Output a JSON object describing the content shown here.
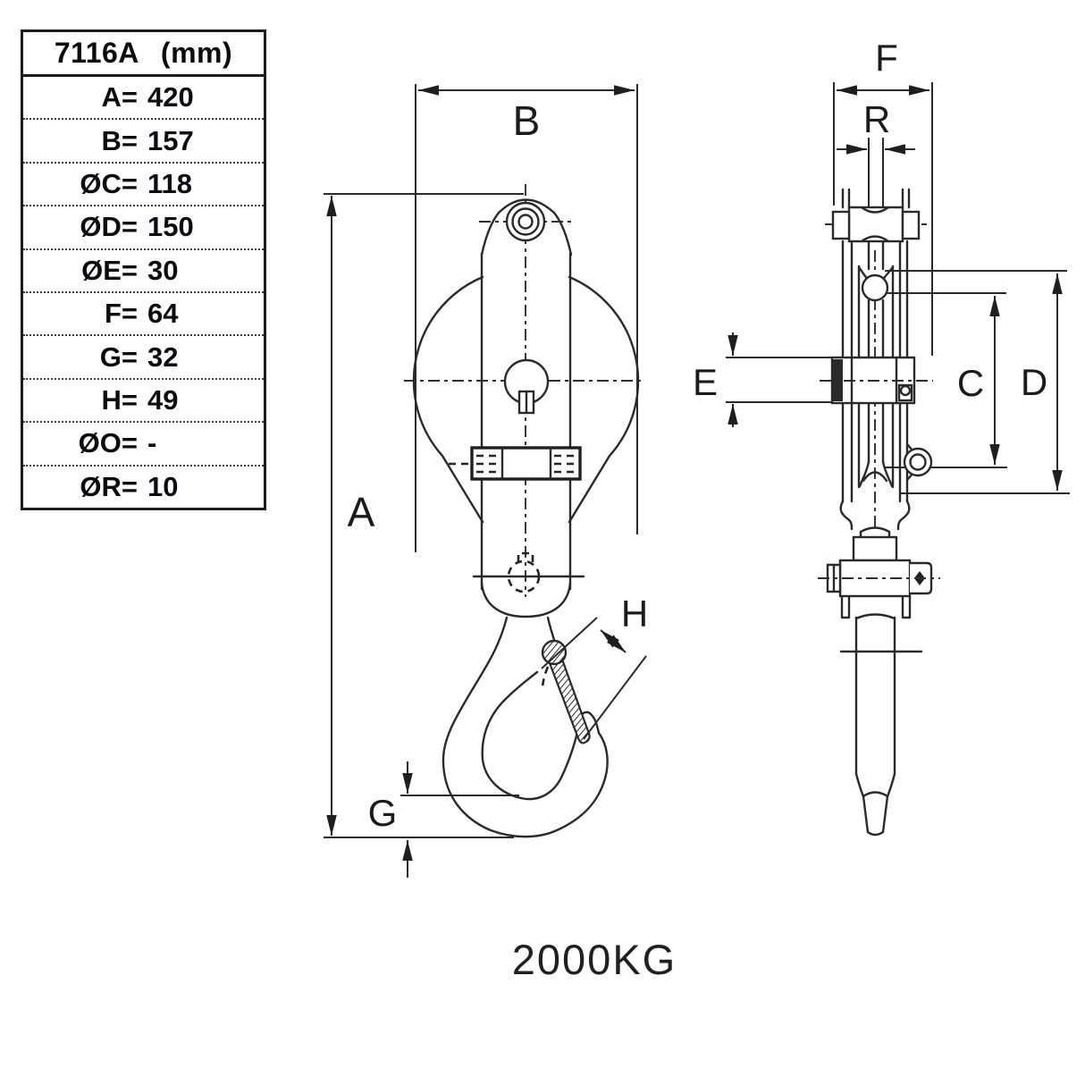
{
  "table": {
    "title": "7116A",
    "unit": "(mm)",
    "rows": [
      {
        "label": "A=",
        "value": "420"
      },
      {
        "label": "B=",
        "value": "157"
      },
      {
        "label": "ØC=",
        "value": "118"
      },
      {
        "label": "ØD=",
        "value": "150"
      },
      {
        "label": "ØE=",
        "value": "30"
      },
      {
        "label": "F=",
        "value": "64"
      },
      {
        "label": "G=",
        "value": "32"
      },
      {
        "label": "H=",
        "value": "49"
      },
      {
        "label": "ØO=",
        "value": "-"
      },
      {
        "label": "ØR=",
        "value": "10"
      }
    ]
  },
  "front_view": {
    "labels": {
      "a": "A",
      "b": "B",
      "g": "G",
      "h": "H"
    }
  },
  "side_view": {
    "labels": {
      "f": "F",
      "r": "R",
      "e": "E",
      "c": "C",
      "d": "D"
    }
  },
  "caption": {
    "text": "2000KG"
  },
  "colors": {
    "line": "#2a2a2a",
    "text": "#141414"
  }
}
